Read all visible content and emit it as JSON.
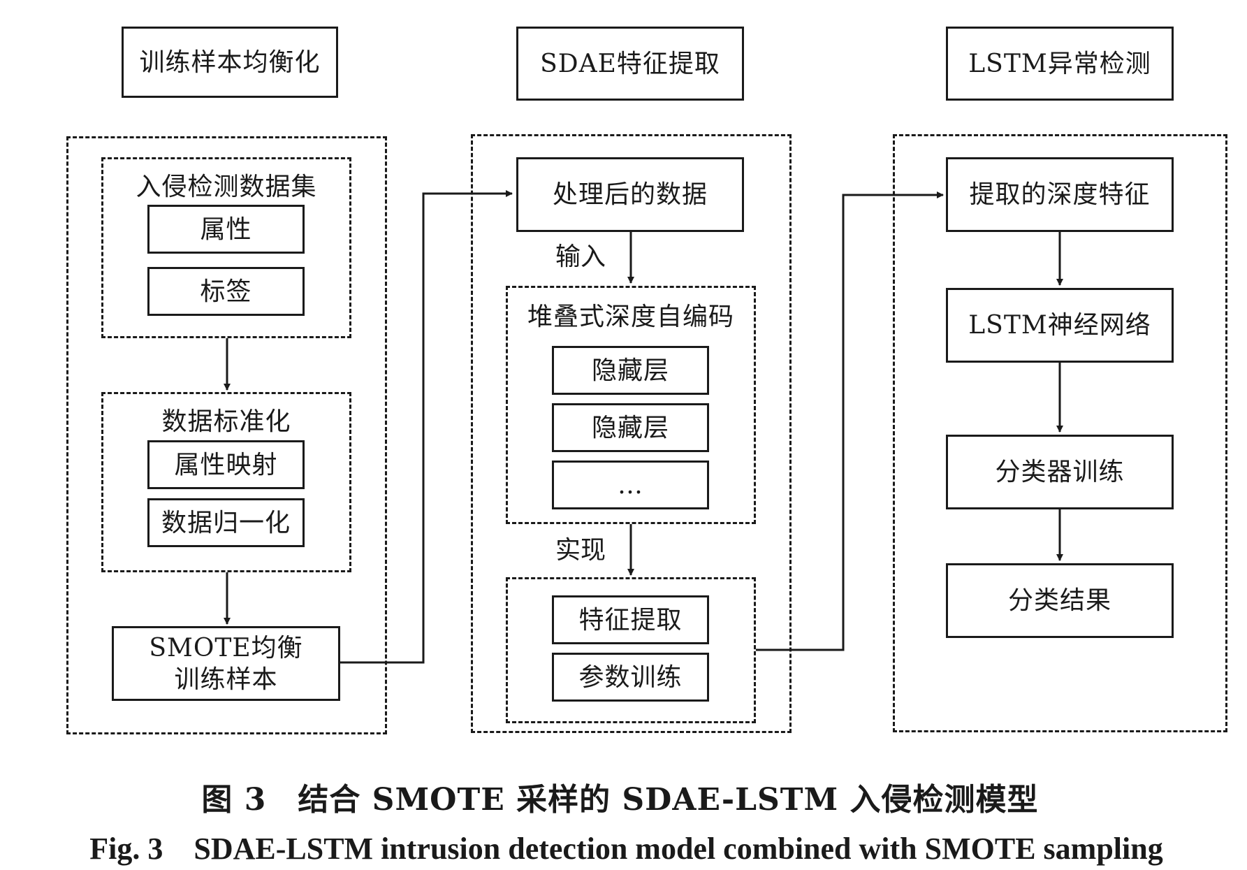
{
  "columns": {
    "balance": {
      "header": "训练样本均衡化",
      "dataset_group": {
        "title": "入侵检测数据集",
        "items": [
          "属性",
          "标签"
        ]
      },
      "normalize_group": {
        "title": "数据标准化",
        "items": [
          "属性映射",
          "数据归一化"
        ]
      },
      "smote_box": {
        "line1": "SMOTE均衡",
        "line2": "训练样本"
      }
    },
    "sdae": {
      "header": "SDAE特征提取",
      "processed_data": "处理后的数据",
      "input_label": "输入",
      "autoencoder_group": {
        "title": "堆叠式深度自编码",
        "items": [
          "隐藏层",
          "隐藏层",
          "…"
        ]
      },
      "realize_label": "实现",
      "implement_group": {
        "items": [
          "特征提取",
          "参数训练"
        ]
      }
    },
    "lstm": {
      "header": "LSTM异常检测",
      "steps": [
        "提取的深度特征",
        "LSTM神经网络",
        "分类器训练",
        "分类结果"
      ]
    }
  },
  "caption": {
    "chinese": "图 3　结合 SMOTE 采样的 SDAE-LSTM 入侵检测模型",
    "english": "Fig. 3　SDAE-LSTM intrusion detection model combined with SMOTE sampling"
  },
  "colors": {
    "line": "#1a1a1a",
    "background": "#ffffff"
  }
}
